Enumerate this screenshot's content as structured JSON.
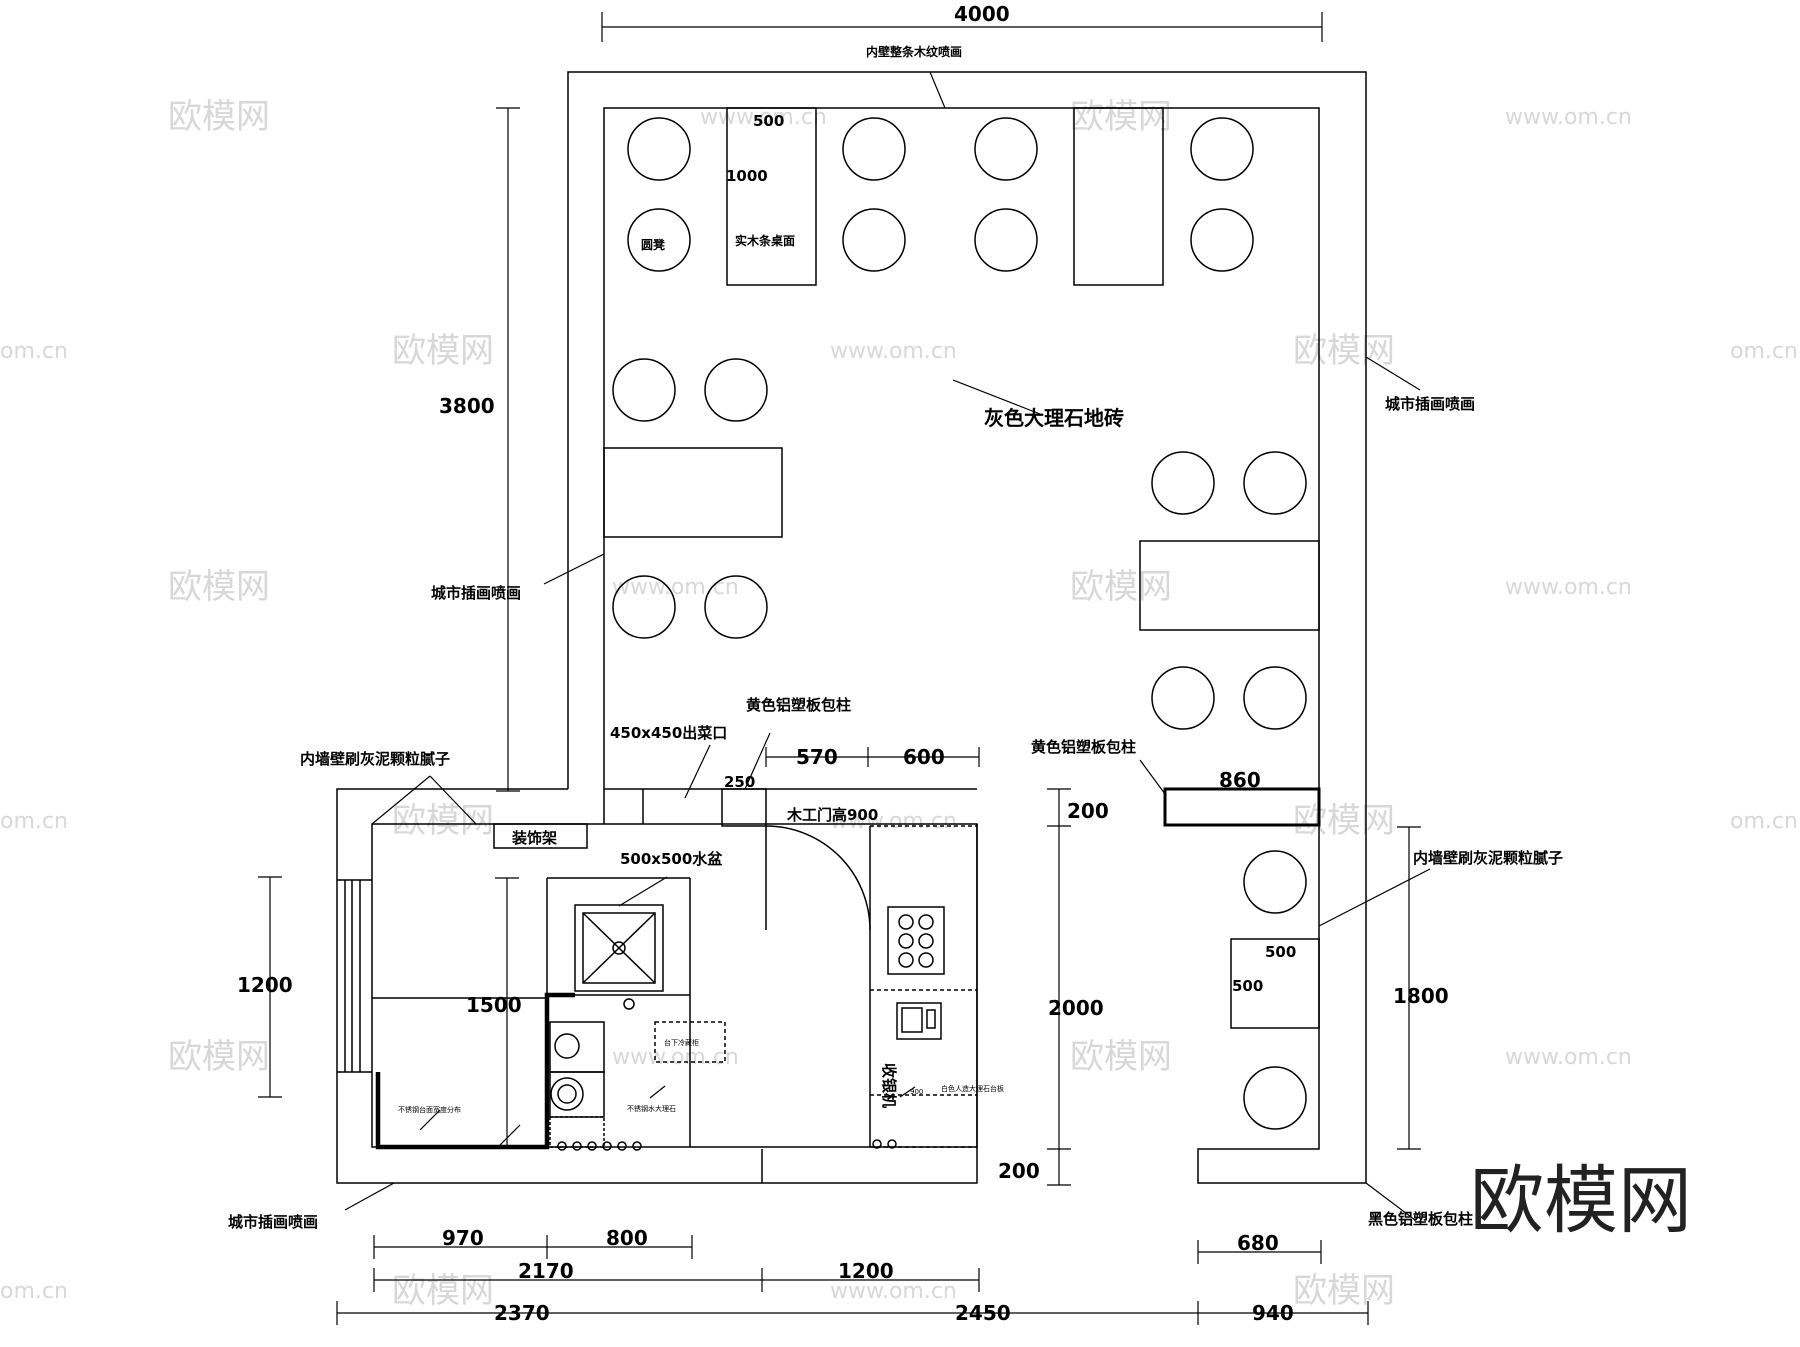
{
  "dimensions": {
    "top_total": "4000",
    "left_height": "3800",
    "table_w": "500",
    "table_l": "1000",
    "d570": "570",
    "d600": "600",
    "d250": "250",
    "d860": "860",
    "d200_top": "200",
    "d2000": "2000",
    "d200_bottom": "200",
    "d1200_left": "1200",
    "d1500": "1500",
    "d1800": "1800",
    "bar_w": "500",
    "bar_l": "500",
    "b970": "970",
    "b800": "800",
    "b2170": "2170",
    "b1200": "1200",
    "b2370": "2370",
    "b2450": "2450",
    "b940": "940",
    "b680": "680"
  },
  "labels": {
    "wall_top": "内壁整条木纹喷画",
    "stool": "圆凳",
    "table_top": "实木条桌面",
    "wall_right": "城市插画喷画",
    "floor": "灰色大理石地砖",
    "wall_left": "城市插画喷画",
    "dish_window": "450x450出菜口",
    "yellow_col_1": "黄色铝塑板包柱",
    "yellow_col_2": "黄色铝塑板包柱",
    "putty_left": "内墙壁刷灰泥颗粒腻子",
    "putty_right": "内墙壁刷灰泥颗粒腻子",
    "shelf": "装饰架",
    "sink": "500x500水盆",
    "door": "木工门高900",
    "cashier": "收银机",
    "counter": "白色人造大理石台板",
    "counter_900": "900",
    "under_counter": "台下冷藏柜",
    "sink_counter": "不锈钢水大理石",
    "back_counter": "不锈钢台面宽度分布",
    "wall_bottom": "城市插画喷画",
    "black_col": "黑色铝塑板包柱"
  },
  "watermark": {
    "text": "欧模网",
    "url": "www.om.cn",
    "url_cut": "om.cn",
    "logo": "欧模网"
  },
  "colors": {
    "line": "#000000",
    "watermark": "#d8d8d8"
  }
}
